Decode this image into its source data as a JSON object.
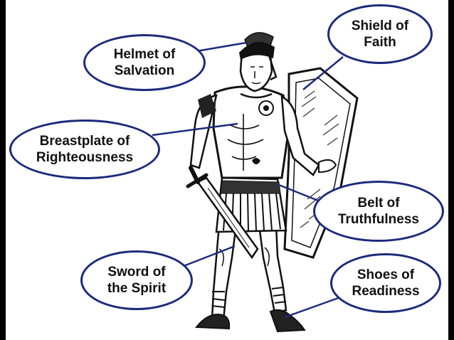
{
  "labels": {
    "helmet": "Helmet of\nSalvation",
    "shield": "Shield of\nFaith",
    "breastplate": "Breastplate of\nRighteousness",
    "belt": "Belt of\nTruthfulness",
    "sword": "Sword of\nthe Spirit",
    "shoes": "Shoes of\nReadiness"
  },
  "colors": {
    "bubble_border": "#1c2a7c",
    "connector": "#1c2a7c",
    "ink": "#111111",
    "page_background": "#ffffff",
    "frame": "#000000"
  }
}
